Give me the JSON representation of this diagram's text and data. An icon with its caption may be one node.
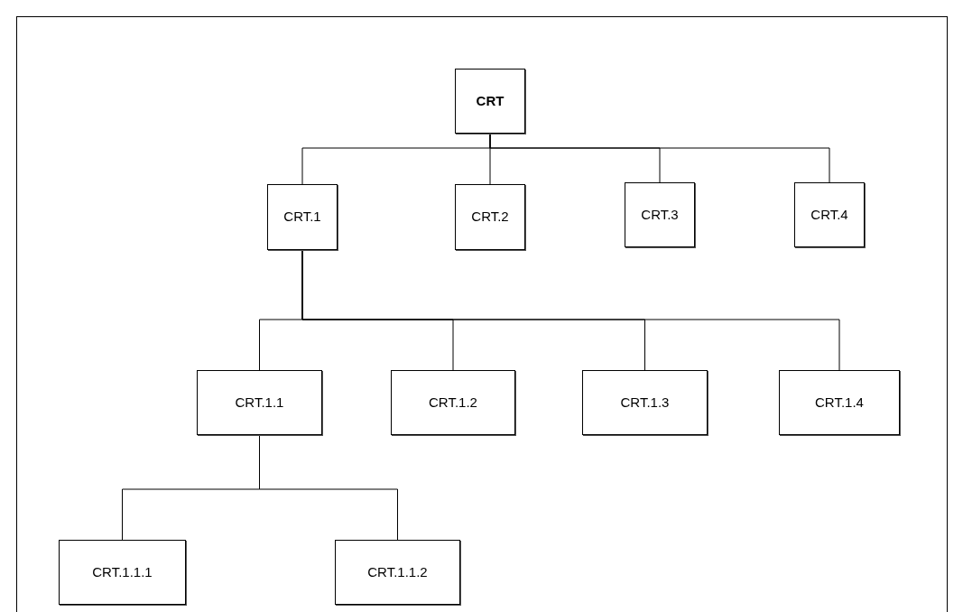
{
  "diagram": {
    "nodes": [
      {
        "text": [
          "CRT"
        ]
      },
      {
        "text": [
          "CRT.1"
        ]
      },
      {
        "text": [
          "CRT.2"
        ]
      },
      {
        "text": [
          "CRT.3"
        ]
      },
      {
        "text": [
          "CRT.4"
        ]
      },
      {
        "text": [
          "CRT.1.1"
        ]
      },
      {
        "text": [
          "CRT.1.2"
        ]
      },
      {
        "text": [
          "CRT.1.3"
        ]
      },
      {
        "text": [
          "CRT.1.4"
        ]
      },
      {
        "text": [
          "CRT.1.1.1"
        ]
      },
      {
        "text": [
          "CRT.1.1.2"
        ]
      }
    ],
    "edges": [
      {
        "from": 0,
        "to": 1,
        "arrow": "none"
      },
      {
        "from": 0,
        "to": 2,
        "arrow": "none"
      },
      {
        "from": 0,
        "to": 3,
        "arrow": "none"
      },
      {
        "from": 0,
        "to": 4,
        "arrow": "none"
      },
      {
        "from": 1,
        "to": 5,
        "arrow": "none"
      },
      {
        "from": 1,
        "to": 6,
        "arrow": "none"
      },
      {
        "from": 1,
        "to": 7,
        "arrow": "none"
      },
      {
        "from": 1,
        "to": 8,
        "arrow": "none"
      },
      {
        "from": 5,
        "to": 9,
        "arrow": "none"
      },
      {
        "from": 5,
        "to": 10,
        "arrow": "none"
      }
    ]
  }
}
